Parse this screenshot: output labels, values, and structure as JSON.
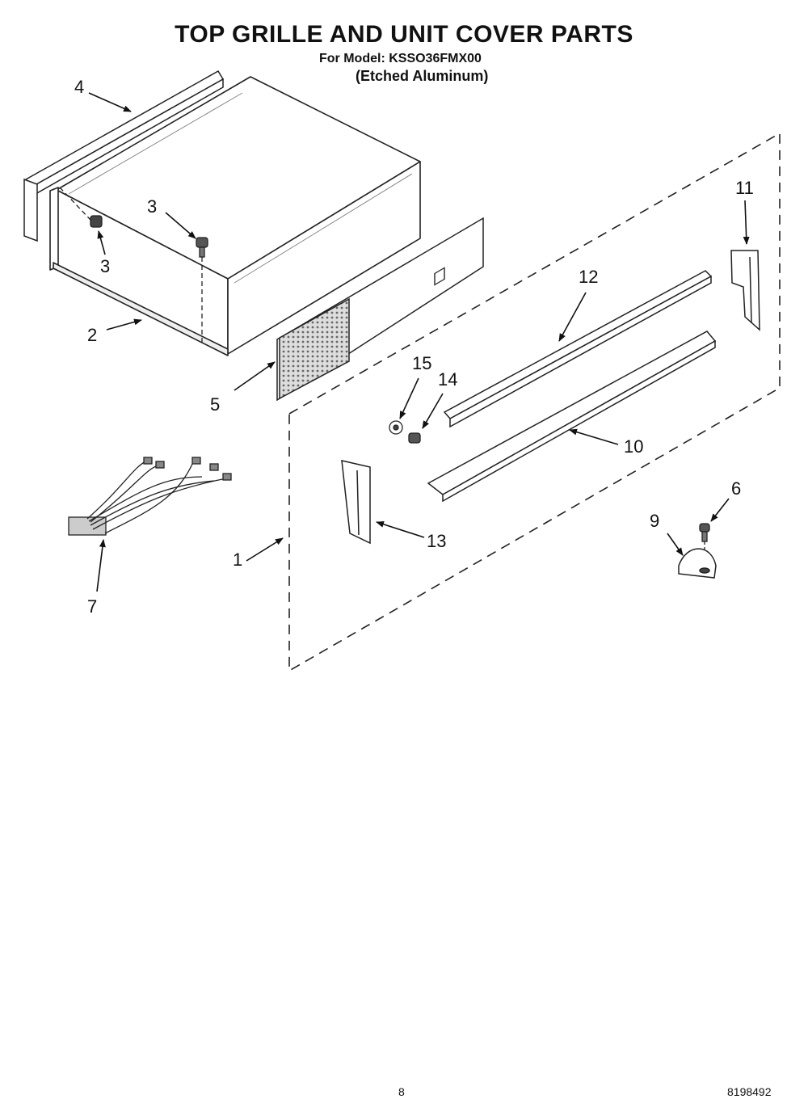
{
  "header": {
    "title": "TOP GRILLE AND UNIT COVER PARTS",
    "model_line": "For Model: KSSO36FMX00",
    "finish_line": "(Etched Aluminum)"
  },
  "callouts": [
    {
      "id": "c4",
      "label": "4"
    },
    {
      "id": "c3a",
      "label": "3"
    },
    {
      "id": "c3b",
      "label": "3"
    },
    {
      "id": "c2",
      "label": "2"
    },
    {
      "id": "c5",
      "label": "5"
    },
    {
      "id": "c11",
      "label": "11"
    },
    {
      "id": "c12",
      "label": "12"
    },
    {
      "id": "c15",
      "label": "15"
    },
    {
      "id": "c14",
      "label": "14"
    },
    {
      "id": "c10",
      "label": "10"
    },
    {
      "id": "c6",
      "label": "6"
    },
    {
      "id": "c9",
      "label": "9"
    },
    {
      "id": "c13",
      "label": "13"
    },
    {
      "id": "c1",
      "label": "1"
    },
    {
      "id": "c7",
      "label": "7"
    }
  ],
  "footer": {
    "page_number": "8",
    "document_number": "8198492"
  }
}
